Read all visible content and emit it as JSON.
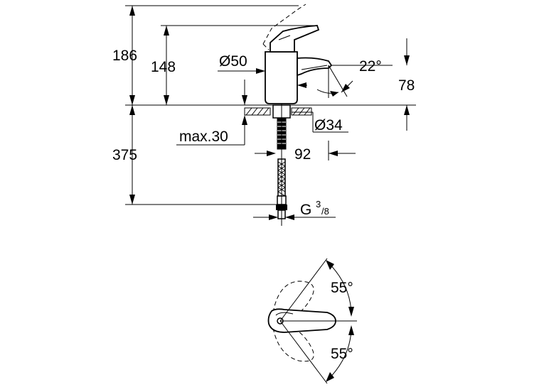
{
  "dimensions": {
    "total_height": "186",
    "spout_height": "148",
    "body_diameter": "Ø50",
    "spout_angle": "22°",
    "spout_outlet_height": "78",
    "max_thickness": "max.30",
    "hole_diameter": "Ø34",
    "projection": "92",
    "hose_length": "375",
    "thread_main": "G",
    "thread_sup": "3",
    "thread_sub": "/8",
    "lever_angle_top": "55°",
    "lever_angle_bottom": "55°"
  }
}
